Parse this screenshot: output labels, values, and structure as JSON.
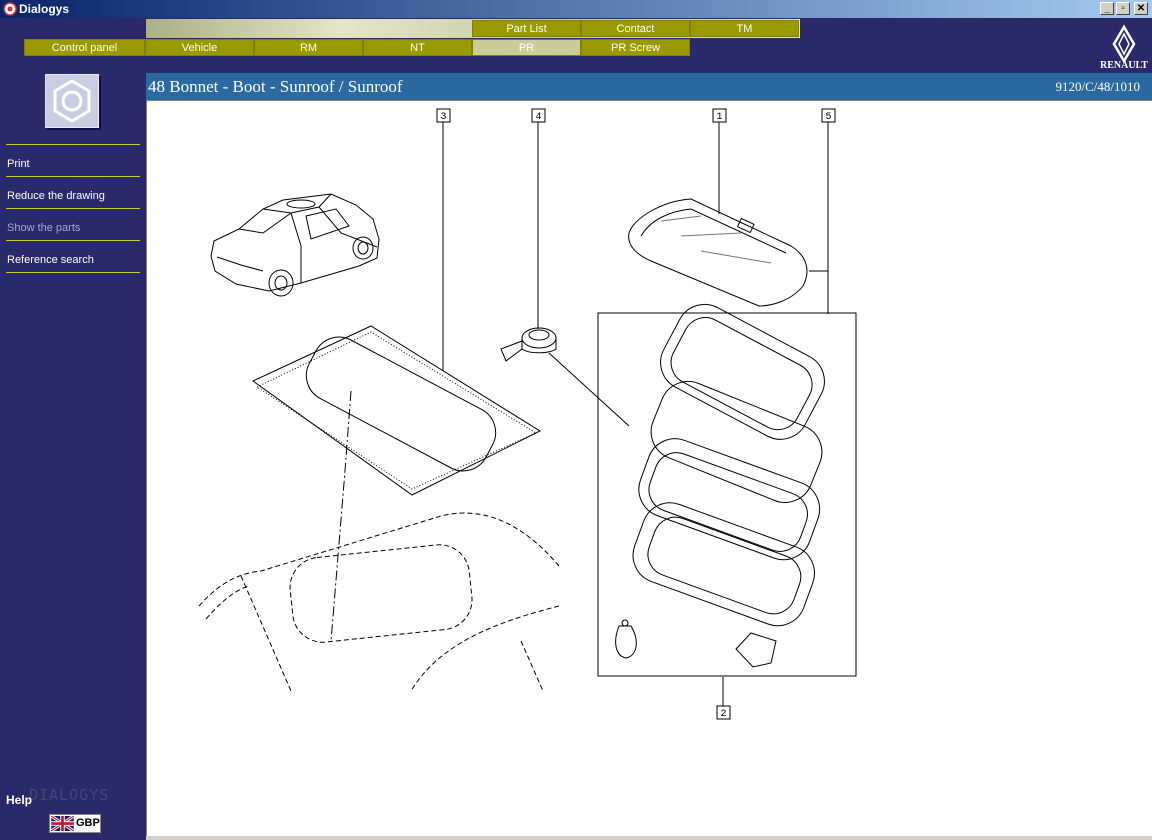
{
  "window": {
    "title": "Dialogys",
    "min_glyph": "_",
    "max_glyph": "▫",
    "close_glyph": "✕"
  },
  "nav": {
    "top_tabs": [
      "Part List",
      "Contact",
      "TM"
    ],
    "tabs": [
      "Control panel",
      "Vehicle",
      "RM",
      "NT",
      "PR",
      "PR Screw"
    ],
    "active_tab": "PR"
  },
  "brand": {
    "name": "RENAULT"
  },
  "sidebar": {
    "items": [
      {
        "label": "Print",
        "enabled": true
      },
      {
        "label": "Reduce the drawing",
        "enabled": true
      },
      {
        "label": "Show the parts",
        "enabled": false
      },
      {
        "label": "Reference search",
        "enabled": true
      }
    ],
    "help": "Help",
    "watermark": "DIALOGYS",
    "currency": "GBP"
  },
  "content": {
    "title": "48 Bonnet - Boot - Sunroof / Sunroof",
    "reference": "9120/C/48/1010",
    "callouts": [
      "3",
      "4",
      "1",
      "5",
      "2"
    ]
  },
  "colors": {
    "nav_tab": "#999900",
    "nav_tab_active": "#cccc99",
    "sidebar_bg": "#2a2a6a",
    "title_bar": "#2a6aa0"
  }
}
